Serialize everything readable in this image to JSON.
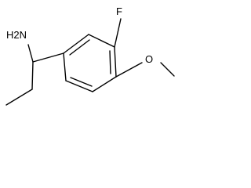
{
  "molecule": {
    "labels": {
      "amine": "H2N",
      "fluorine": "F",
      "oxygen": "O"
    },
    "bond_color": "#000000",
    "background": "#ffffff"
  }
}
